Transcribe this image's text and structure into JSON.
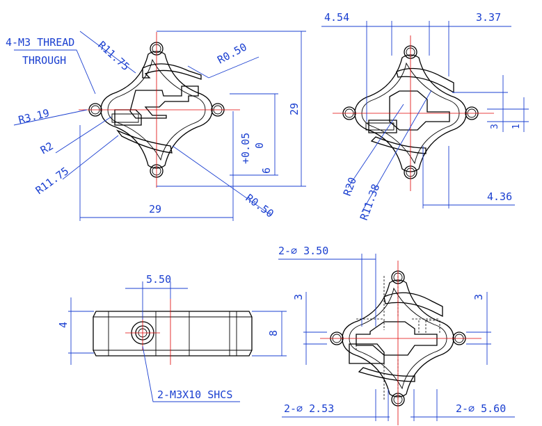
{
  "top_left_view": {
    "thread_note_line1": "4-M3 THREAD",
    "thread_note_line2": "THROUGH",
    "r11_75_top": "R11.75",
    "r0_50_top": "R0.50",
    "r3_19": "R3.19",
    "r2": "R2",
    "r11_75_bottom": "R11.75",
    "r0_50_bottom": "R0.50",
    "width": "29",
    "height": "29",
    "tol_plus": "+0.05",
    "tol_zero": "0",
    "tol_nominal": "6"
  },
  "top_right_view": {
    "dim_4_54": "4.54",
    "dim_3_37": "3.37",
    "dim_3": "3",
    "dim_1": "1",
    "r20": "R20",
    "r11_38": "R11.38",
    "dim_4_36": "4.36"
  },
  "side_view": {
    "dim_5_50": "5.50",
    "dim_4": "4",
    "dim_8": "8",
    "screw_note": "2-M3X10 SHCS"
  },
  "bottom_right_view": {
    "dia_3_50": "2-∅ 3.50",
    "dim_3_left": "3",
    "dim_3_right": "3",
    "dia_2_53": "2-∅ 2.53",
    "dia_5_60": "2-∅ 5.60"
  },
  "colors": {
    "dimension": "#1a3fd0",
    "centerline": "#e00000",
    "outline": "#000000"
  }
}
